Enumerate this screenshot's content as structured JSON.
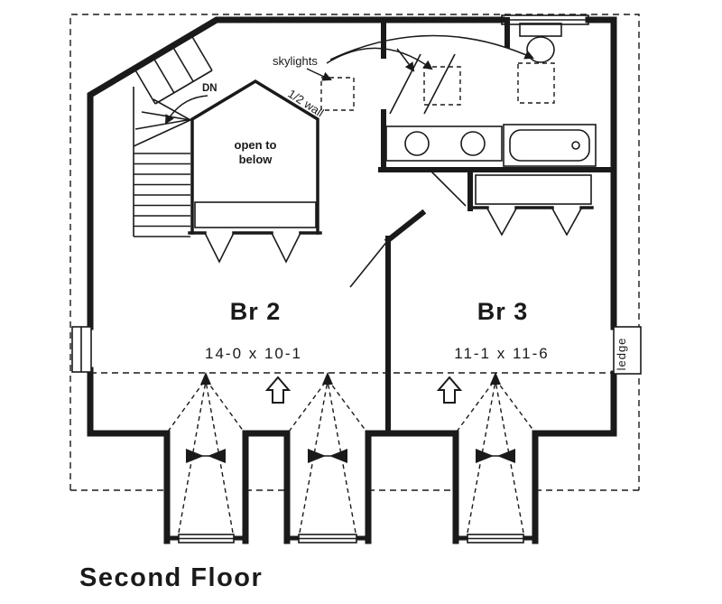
{
  "title": "Second Floor",
  "labels": {
    "skylights": "skylights",
    "down": "DN",
    "half_wall": "1/2 wall",
    "open_to_below_line1": "open to",
    "open_to_below_line2": "below",
    "ledge": "ledge"
  },
  "rooms": [
    {
      "name": "Br 2",
      "dimensions": "14-0 x 10-1"
    },
    {
      "name": "Br 3",
      "dimensions": "11-1 x 11-6"
    }
  ],
  "colors": {
    "ink": "#1a1a1a",
    "background": "#ffffff"
  }
}
